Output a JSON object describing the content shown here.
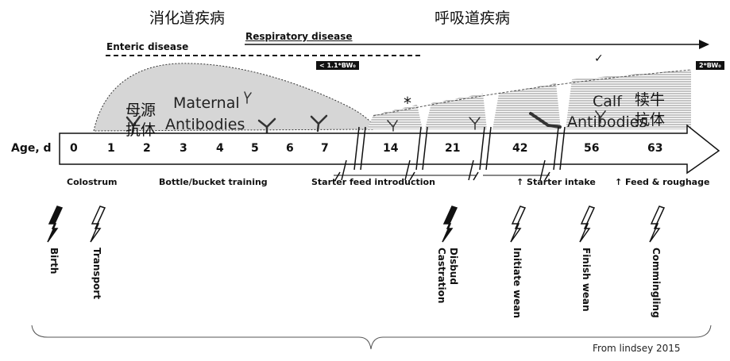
{
  "titles": {
    "digestive_cn": "消化道疾病",
    "respiratory_cn": "呼吸道疾病"
  },
  "disease": {
    "enteric": "Enteric disease",
    "respiratory": "Respiratory disease"
  },
  "tags": {
    "bw_low": "< 1.1*BW₀",
    "bw_high": "2*BW₀"
  },
  "marks": {
    "asterisk": "*",
    "check": "✓"
  },
  "antibodies": {
    "maternal_cn_1": "母源",
    "maternal_cn_2": "抗体",
    "maternal_en_1": "Maternal",
    "maternal_en_2": "Antibodies",
    "calf_en_1": "Calf",
    "calf_en_2": "Antibodies",
    "calf_cn_1": "犊牛",
    "calf_cn_2": "抗体"
  },
  "age_label": "Age, d",
  "ages": [
    "0",
    "1",
    "2",
    "3",
    "4",
    "5",
    "6",
    "7",
    "14",
    "21",
    "42",
    "56",
    "63"
  ],
  "phases": {
    "colostrum": "Colostrum",
    "bottle": "Bottle/bucket training",
    "starter_feed": "Starter feed introduction",
    "starter_intake": "↑ Starter intake",
    "feed_roughage": "↑ Feed & roughage"
  },
  "events": {
    "birth": "Birth",
    "transport": "Transport",
    "disbud_1": "Disbud",
    "disbud_2": "Castration",
    "initiate": "Initiate wean",
    "finish": "Finish wean",
    "commingling": "Commingling"
  },
  "source": "From lindsey 2015",
  "colors": {
    "ink": "#111111",
    "fill": "#d6d6d6",
    "hatch": "#888888",
    "white": "#ffffff"
  }
}
